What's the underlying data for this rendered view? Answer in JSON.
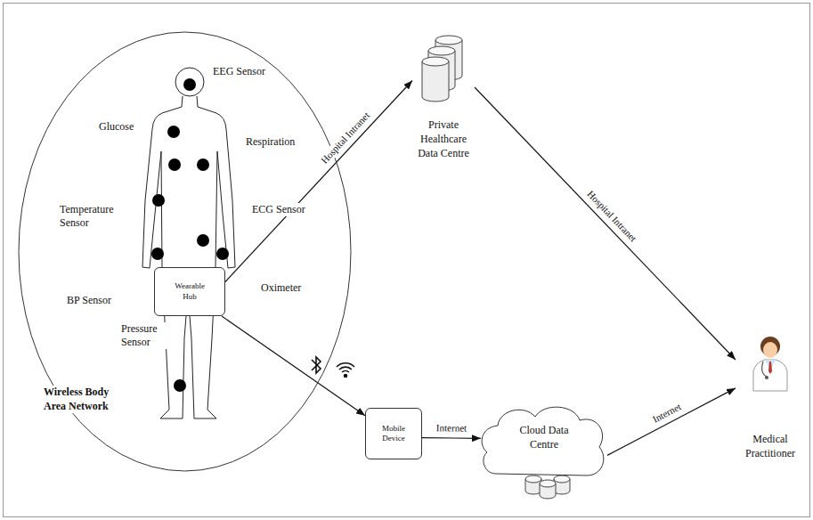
{
  "diagram": {
    "nodes": [
      {
        "text": [
          "Wireless Body Area Network"
        ]
      },
      {
        "text": [
          "Wearable Hub"
        ],
        "in": 0
      },
      {
        "text": [
          "Private Healthcare Data Centre"
        ]
      },
      {
        "text": [
          "Mobile Device"
        ]
      },
      {
        "text": [
          "Cloud Data Centre"
        ]
      },
      {
        "text": [
          "Medical Practitioner"
        ]
      }
    ],
    "edges": [
      {
        "from": 1,
        "to": 2,
        "arrow": "to",
        "label": "Hospital Intranet"
      },
      {
        "from": 2,
        "to": 5,
        "arrow": "to",
        "label": "Hospital Intranet"
      },
      {
        "from": 1,
        "to": 3,
        "arrow": "to"
      },
      {
        "from": 3,
        "to": 4,
        "arrow": "to",
        "label": "Internet"
      },
      {
        "from": 4,
        "to": 5,
        "arrow": "to",
        "label": "Internet"
      }
    ],
    "labels": [
      "EEG Sensor",
      "Glucose",
      "Respiration",
      "Temperature Sensor",
      "ECG Sensor",
      "BP Sensor",
      "Oximeter",
      "Pressure Sensor"
    ]
  }
}
